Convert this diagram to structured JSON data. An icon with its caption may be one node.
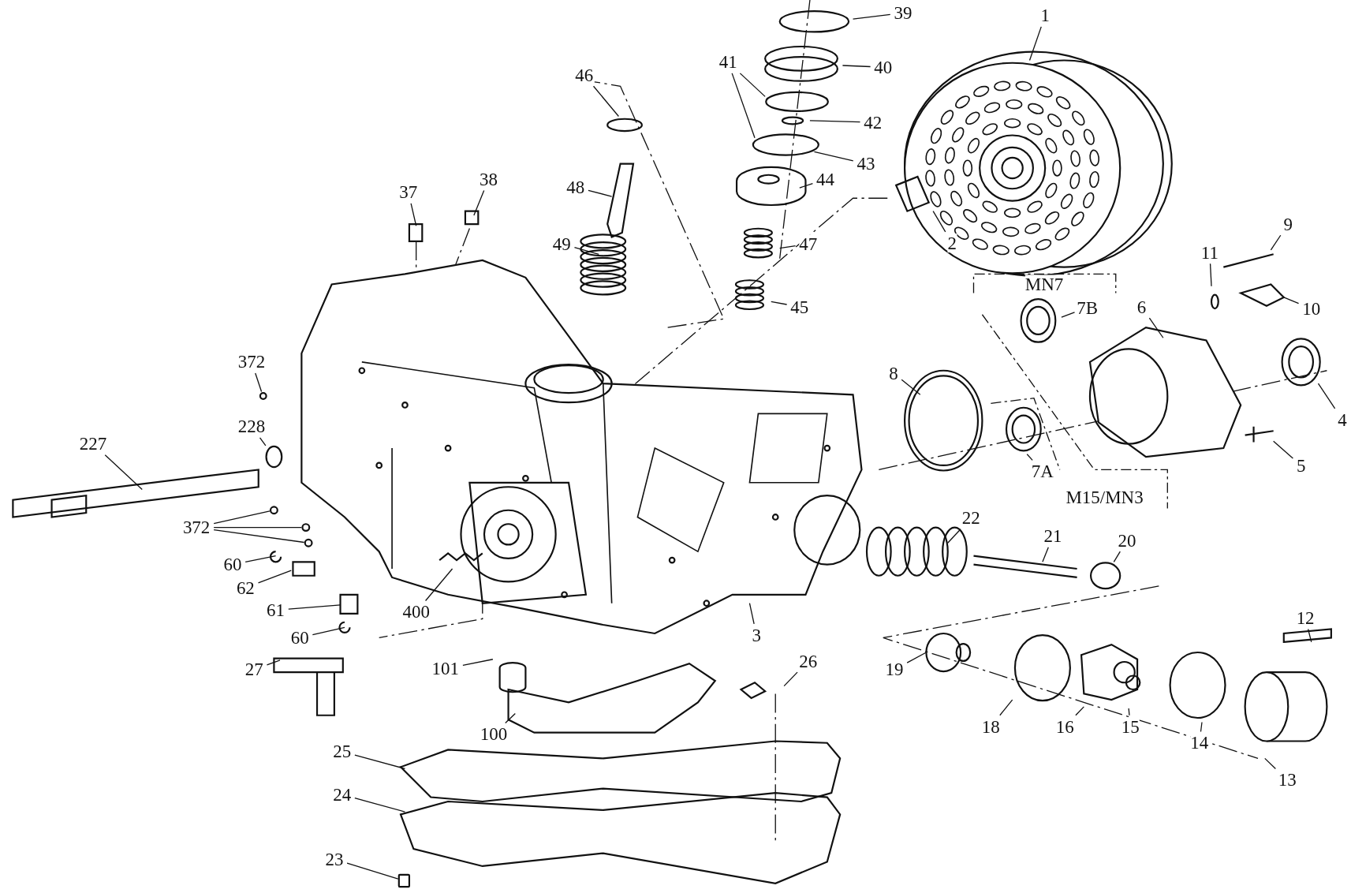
{
  "diagram": {
    "nodes": [
      {
        "text": [
          "39"
        ]
      },
      {
        "text": [
          "1"
        ]
      },
      {
        "text": [
          "40"
        ]
      },
      {
        "text": [
          "41"
        ]
      },
      {
        "text": [
          "46"
        ]
      },
      {
        "text": [
          "42"
        ]
      },
      {
        "text": [
          "43"
        ]
      },
      {
        "text": [
          "44"
        ]
      },
      {
        "text": [
          "37"
        ]
      },
      {
        "text": [
          "38"
        ]
      },
      {
        "text": [
          "48"
        ]
      },
      {
        "text": [
          "2"
        ]
      },
      {
        "text": [
          "9"
        ]
      },
      {
        "text": [
          "49"
        ]
      },
      {
        "text": [
          "47"
        ]
      },
      {
        "text": [
          "11"
        ]
      },
      {
        "text": [
          "6"
        ]
      },
      {
        "text": [
          "7B"
        ]
      },
      {
        "text": [
          "10"
        ]
      },
      {
        "text": [
          "45"
        ]
      },
      {
        "text": [
          "372"
        ]
      },
      {
        "text": [
          "8"
        ]
      },
      {
        "text": [
          "4"
        ]
      },
      {
        "text": [
          "228"
        ]
      },
      {
        "text": [
          "227"
        ]
      },
      {
        "text": [
          "5"
        ]
      },
      {
        "text": [
          "7A"
        ]
      },
      {
        "text": [
          "22"
        ]
      },
      {
        "text": [
          "372"
        ]
      },
      {
        "text": [
          "21"
        ]
      },
      {
        "text": [
          "20"
        ]
      },
      {
        "text": [
          "60"
        ]
      },
      {
        "text": [
          "62"
        ]
      },
      {
        "text": [
          "61"
        ]
      },
      {
        "text": [
          "400"
        ]
      },
      {
        "text": [
          "60"
        ]
      },
      {
        "text": [
          "3"
        ]
      },
      {
        "text": [
          "12"
        ]
      },
      {
        "text": [
          "26"
        ]
      },
      {
        "text": [
          "27"
        ]
      },
      {
        "text": [
          "101"
        ]
      },
      {
        "text": [
          "19"
        ]
      },
      {
        "text": [
          "18"
        ]
      },
      {
        "text": [
          "16"
        ]
      },
      {
        "text": [
          "15"
        ]
      },
      {
        "text": [
          "14"
        ]
      },
      {
        "text": [
          "100"
        ]
      },
      {
        "text": [
          "25"
        ]
      },
      {
        "text": [
          "13"
        ]
      },
      {
        "text": [
          "24"
        ]
      },
      {
        "text": [
          "23"
        ]
      },
      {
        "text": [],
        "shape": "circle"
      },
      {
        "text": [],
        "shape": "circle"
      },
      {
        "text": [],
        "shape": "circle"
      },
      {
        "text": [],
        "shape": "circle"
      },
      {
        "text": [],
        "shape": "circle"
      },
      {
        "text": [],
        "shape": "circle"
      },
      {
        "text": [],
        "shape": "box"
      }
    ],
    "edges": [
      {
        "from": 0,
        "to": null,
        "arrow": "none"
      },
      {
        "from": 1,
        "to": null,
        "arrow": "none"
      },
      {
        "from": 2,
        "to": null,
        "arrow": "none"
      },
      {
        "from": 3,
        "to": null,
        "arrow": "none"
      },
      {
        "from": 3,
        "to": null,
        "arrow": "none"
      },
      {
        "from": 4,
        "to": null,
        "arrow": "none"
      },
      {
        "from": 5,
        "to": null,
        "arrow": "none"
      },
      {
        "from": 6,
        "to": null,
        "arrow": "none"
      },
      {
        "from": 7,
        "to": null,
        "arrow": "none"
      },
      {
        "from": 8,
        "to": null,
        "arrow": "none"
      },
      {
        "from": 9,
        "to": null,
        "arrow": "none"
      },
      {
        "from": 10,
        "to": null,
        "arrow": "none"
      },
      {
        "from": 11,
        "to": null,
        "arrow": "none"
      },
      {
        "from": 12,
        "to": null,
        "arrow": "none"
      },
      {
        "from": 13,
        "to": null,
        "arrow": "none"
      },
      {
        "from": 14,
        "to": null,
        "arrow": "none"
      },
      {
        "from": 15,
        "to": null,
        "arrow": "none"
      },
      {
        "from": 16,
        "to": null,
        "arrow": "none"
      },
      {
        "from": 17,
        "to": null,
        "arrow": "none"
      },
      {
        "from": 18,
        "to": null,
        "arrow": "none"
      },
      {
        "from": 19,
        "to": null,
        "arrow": "none"
      },
      {
        "from": 20,
        "to": 51,
        "arrow": "none"
      },
      {
        "from": 21,
        "to": null,
        "arrow": "none"
      },
      {
        "from": 22,
        "to": null,
        "arrow": "none"
      },
      {
        "from": 23,
        "to": 52,
        "arrow": "none"
      },
      {
        "from": 24,
        "to": null,
        "arrow": "none"
      },
      {
        "from": 25,
        "to": null,
        "arrow": "none"
      },
      {
        "from": 26,
        "to": null,
        "arrow": "none"
      },
      {
        "from": 27,
        "to": null,
        "arrow": "none"
      },
      {
        "from": 28,
        "to": 55,
        "arrow": "none"
      },
      {
        "from": 28,
        "to": 53,
        "arrow": "none"
      },
      {
        "from": 28,
        "to": 54,
        "arrow": "none"
      },
      {
        "from": 29,
        "to": null,
        "arrow": "none"
      },
      {
        "from": 30,
        "to": 56,
        "arrow": "none"
      },
      {
        "from": 31,
        "to": null,
        "arrow": "none"
      },
      {
        "from": 32,
        "to": null,
        "arrow": "none"
      },
      {
        "from": 33,
        "to": null,
        "arrow": "none"
      },
      {
        "from": 34,
        "to": null,
        "arrow": "none"
      },
      {
        "from": 35,
        "to": null,
        "arrow": "none"
      },
      {
        "from": 36,
        "to": null,
        "arrow": "none"
      },
      {
        "from": 37,
        "to": null,
        "arrow": "none"
      },
      {
        "from": 38,
        "to": null,
        "arrow": "none"
      },
      {
        "from": 39,
        "to": null,
        "arrow": "none"
      },
      {
        "from": 40,
        "to": null,
        "arrow": "none"
      },
      {
        "from": 41,
        "to": null,
        "arrow": "none"
      },
      {
        "from": 42,
        "to": null,
        "arrow": "none"
      },
      {
        "from": 43,
        "to": null,
        "arrow": "none"
      },
      {
        "from": 44,
        "to": null,
        "arrow": "none"
      },
      {
        "from": 45,
        "to": null,
        "arrow": "none"
      },
      {
        "from": 46,
        "to": null,
        "arrow": "none"
      },
      {
        "from": 47,
        "to": null,
        "arrow": "none"
      },
      {
        "from": 48,
        "to": null,
        "arrow": "none"
      },
      {
        "from": 49,
        "to": null,
        "arrow": "none"
      },
      {
        "from": 50,
        "to": 57,
        "arrow": "none"
      }
    ],
    "labels": [
      "MN7",
      "M15/MN3"
    ]
  }
}
